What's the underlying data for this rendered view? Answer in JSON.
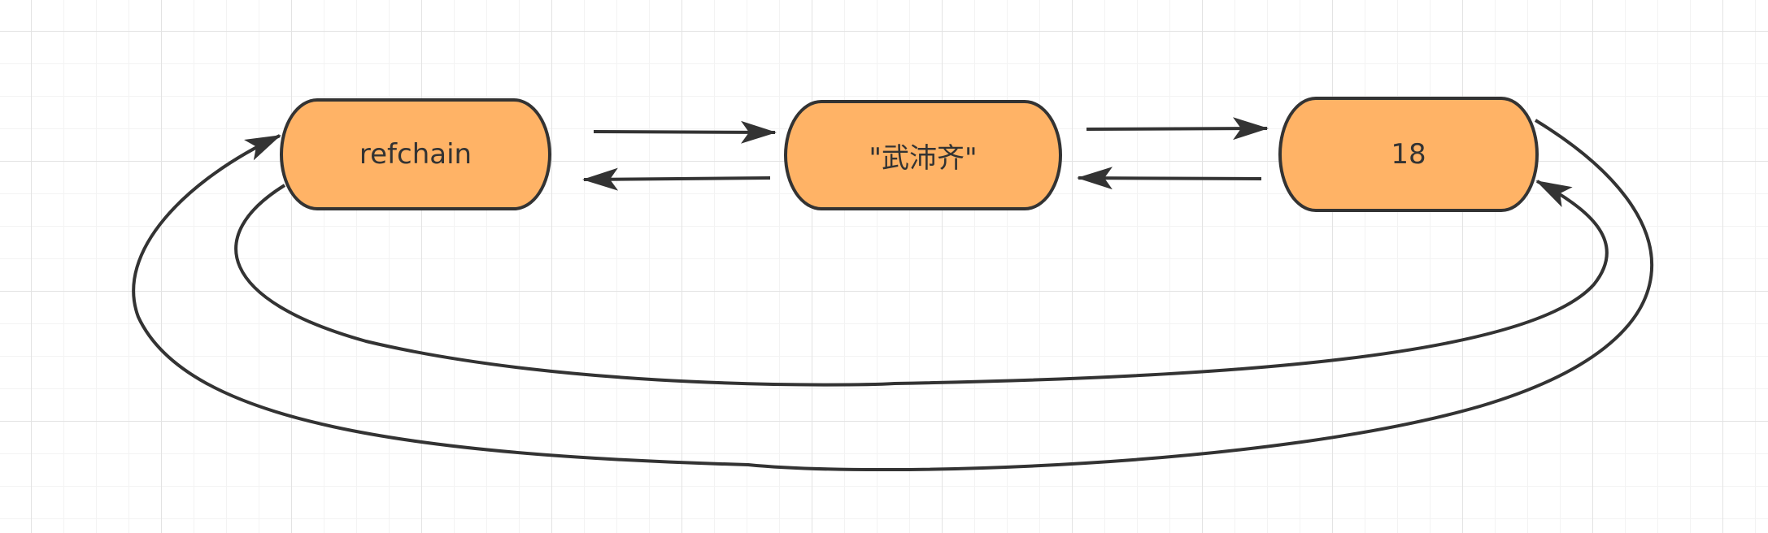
{
  "colors": {
    "node_fill": "#FFB366",
    "stroke": "#333333",
    "grid_major": "#E3E3E3",
    "grid_minor": "#F3F3F3",
    "background": "#FFFFFF"
  },
  "nodes": [
    {
      "id": "refchain",
      "label": "refchain"
    },
    {
      "id": "name",
      "label": "\"武沛齐\""
    },
    {
      "id": "age",
      "label": "18"
    }
  ],
  "edges": [
    {
      "from": "refchain",
      "to": "name"
    },
    {
      "from": "name",
      "to": "refchain"
    },
    {
      "from": "name",
      "to": "age"
    },
    {
      "from": "age",
      "to": "name"
    },
    {
      "from": "refchain",
      "to": "age"
    },
    {
      "from": "age",
      "to": "refchain"
    }
  ]
}
